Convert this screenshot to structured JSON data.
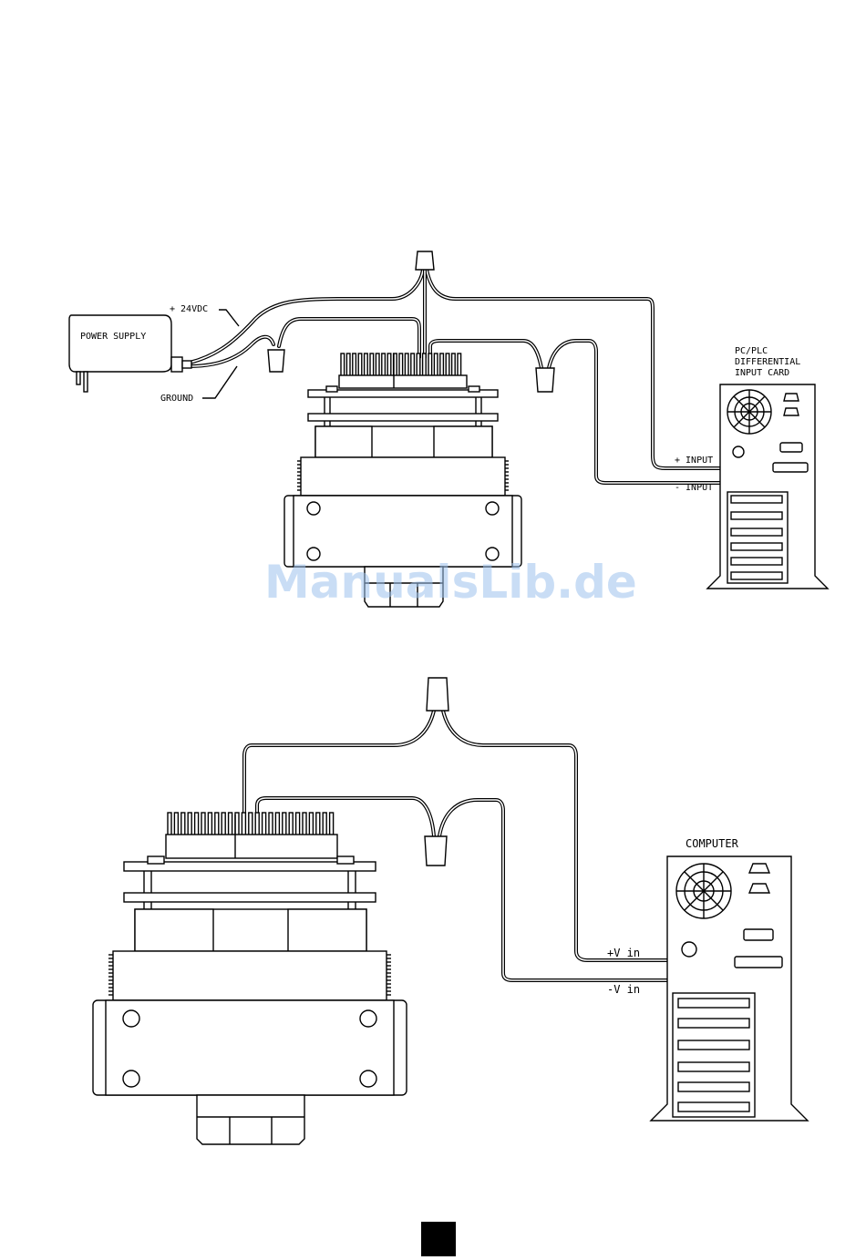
{
  "figure_top": {
    "power_supply_label": "POWER SUPPLY",
    "plus_24vdc_label": "+ 24VDC",
    "ground_label": "GROUND",
    "input_card_label_line1": "PC/PLC",
    "input_card_label_line2": "DIFFERENTIAL",
    "input_card_label_line3": "INPUT CARD",
    "plus_input_label": "+ INPUT",
    "minus_input_label": "- INPUT"
  },
  "figure_bottom": {
    "computer_label": "COMPUTER",
    "plus_v_label": "+V  in",
    "minus_v_label": "-V  in"
  },
  "watermark": "ManualsLib.de",
  "colors": {
    "line": "#000000",
    "background": "#ffffff",
    "watermark": "#9ec3ee",
    "page_marker": "#000000"
  }
}
